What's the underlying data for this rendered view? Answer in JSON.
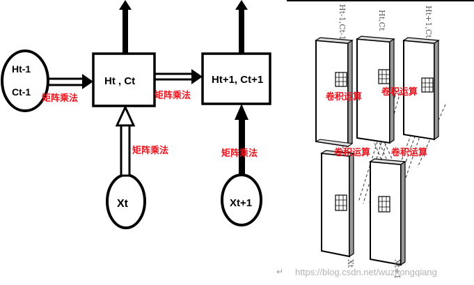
{
  "left_diagram": {
    "state_in_h": "Ht-1",
    "state_in_c": "Ct-1",
    "cell_t": "Ht , Ct",
    "cell_t1": "Ht+1, Ct+1",
    "input_t": "Xt",
    "input_t1": "Xt+1",
    "op_label": "矩阵乘法"
  },
  "right_diagram": {
    "top_labels": [
      "Ht-1,Ct-1",
      "Ht,Ct",
      "Ht+1,Ct+1"
    ],
    "bottom_labels": [
      "Xt",
      "Xt+1"
    ],
    "conv_label": "卷积运算"
  },
  "watermark": "https://blog.csdn.net/wuzhongqiang",
  "colors": {
    "label_red": "#e8141e",
    "line": "#000000",
    "watermark": "#b3b3b3"
  }
}
